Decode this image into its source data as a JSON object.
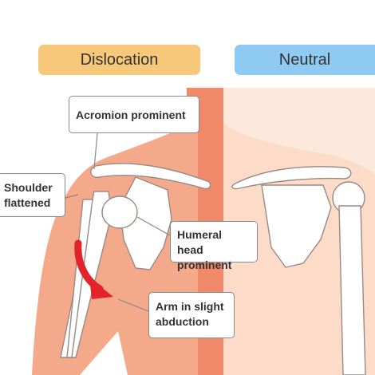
{
  "labels": {
    "dislocation": "Dislocation",
    "neutral": "Neutral"
  },
  "callouts": {
    "acromion": "Acromion prominent",
    "shoulder": "Shoulder\nflattened",
    "humeral": "Humeral head\nprominent",
    "arm": "Arm in slight\nabduction"
  },
  "colors": {
    "dislocation_tab": "#f7c77a",
    "neutral_tab": "#8fcaf2",
    "skin_dislocation": "#f4a98a",
    "skin_neutral": "#fcdcc8",
    "arrow": "#e4222a"
  }
}
